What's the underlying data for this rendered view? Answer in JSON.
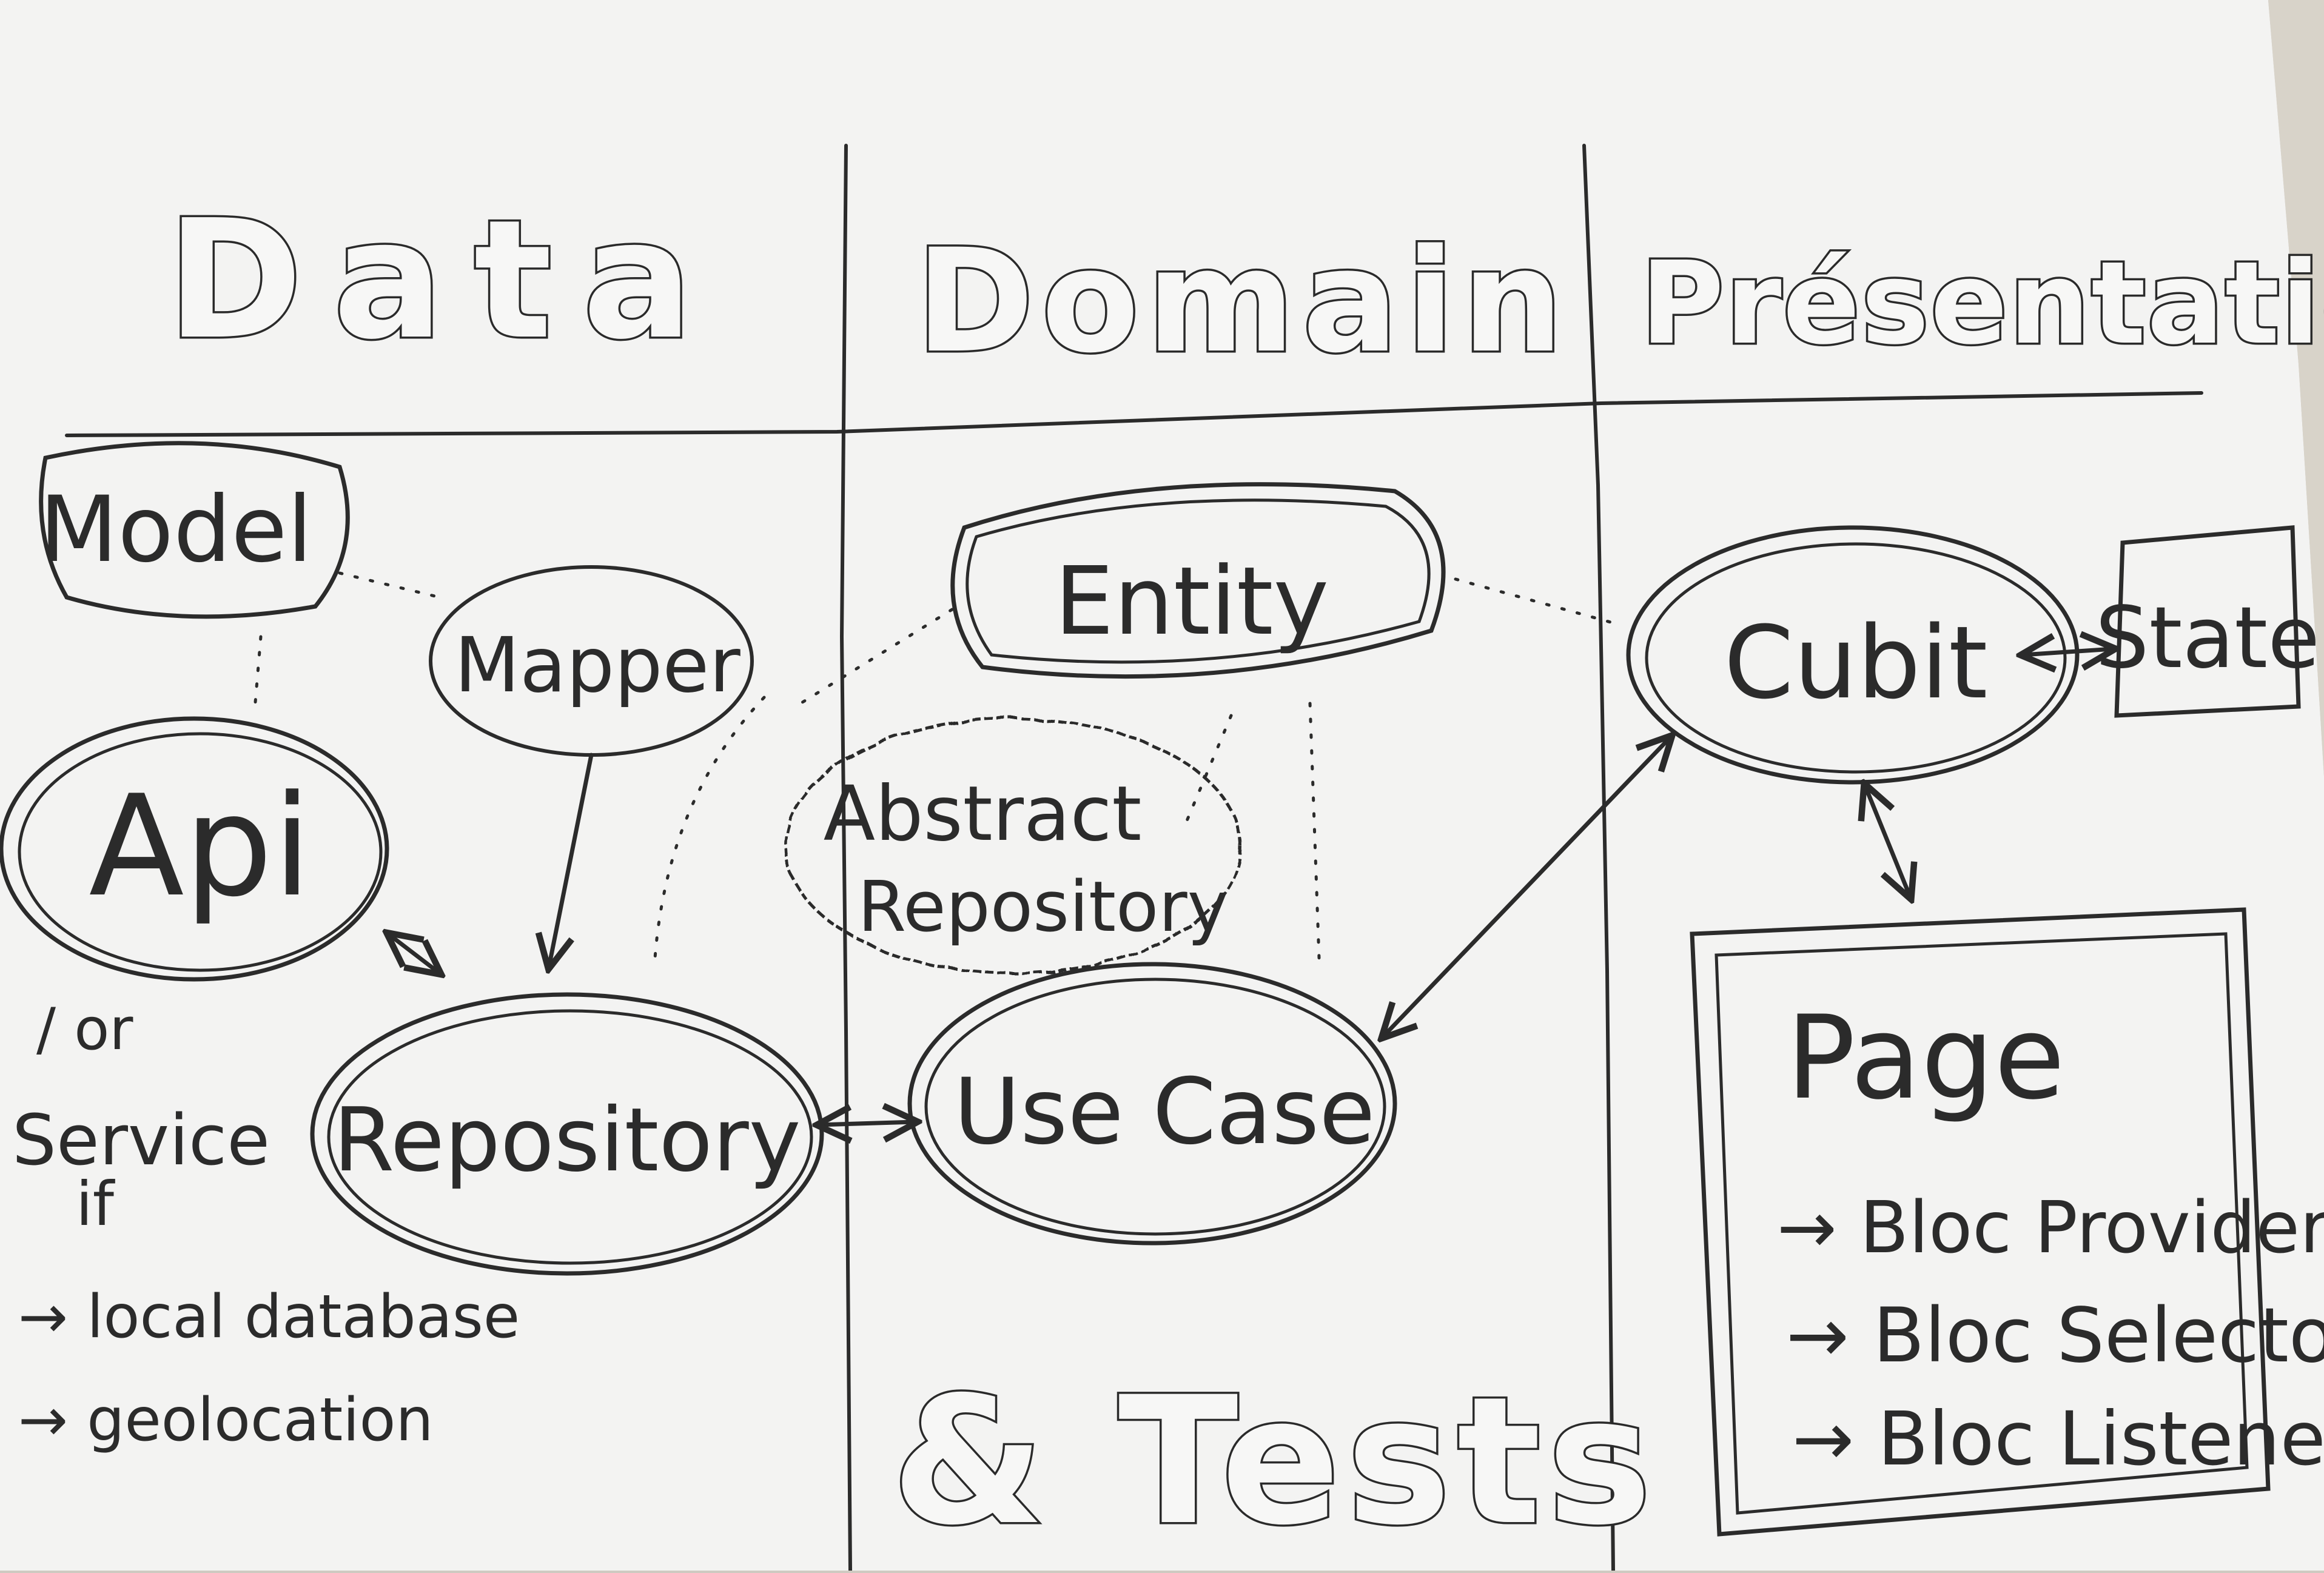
{
  "columns": {
    "data": "Data",
    "domain": "Domain",
    "presentation": "Présentation"
  },
  "nodes": {
    "model": "Model",
    "mapper": "Mapper",
    "api": "Api",
    "repository": "Repository",
    "entity": "Entity",
    "abstract_repository": [
      "Abstract",
      "Repository"
    ],
    "use_case": "Use Case",
    "cubit": "Cubit",
    "state": "State",
    "page": "Page"
  },
  "page_items": [
    "→ Bloc Provider",
    "→ Bloc Selector",
    "→ Bloc Listener"
  ],
  "api_note": [
    "/ or",
    "Service",
    "if",
    "→ local database",
    "→ geolocation"
  ],
  "footer": "& Tests",
  "colors": {
    "ink": "#2b2b2b",
    "paper": "#f3f3f2",
    "background": "#cfcac1"
  }
}
